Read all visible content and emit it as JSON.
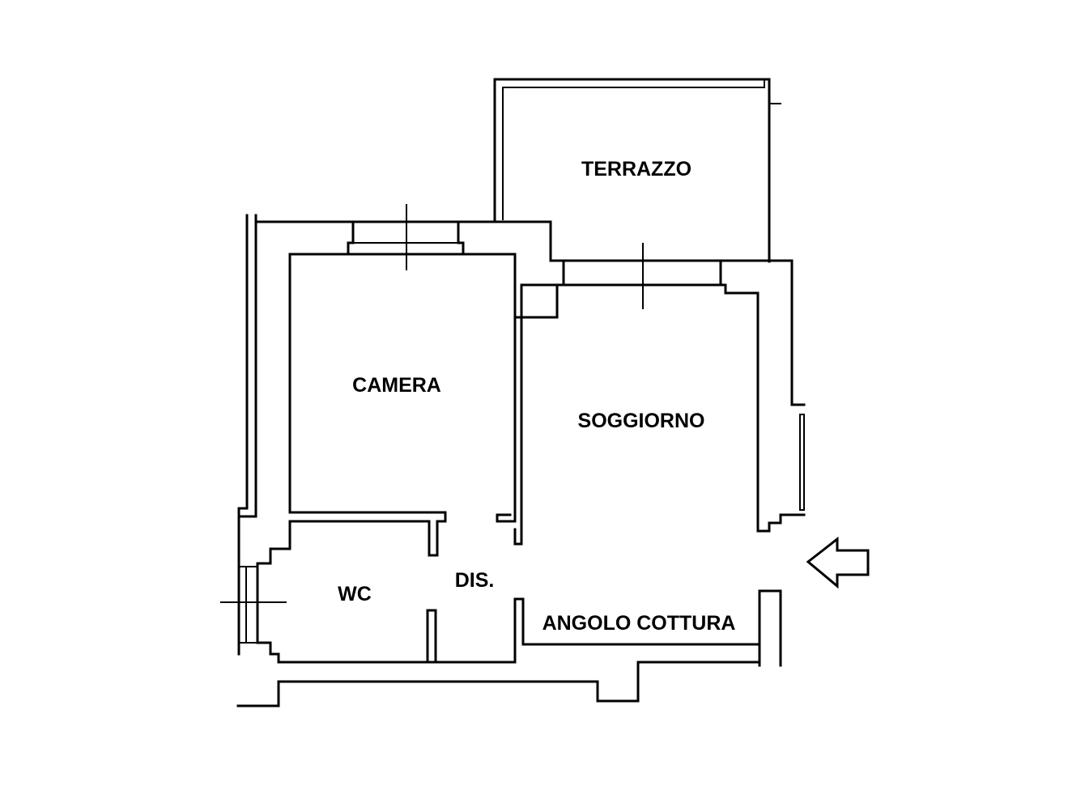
{
  "rooms": {
    "terrazzo": "TERRAZZO",
    "camera": "CAMERA",
    "soggiorno": "SOGGIORNO",
    "wc": "WC",
    "disimpegno": "DIS.",
    "angolo_cottura": "ANGOLO COTTURA"
  },
  "entrance_arrow": {
    "icon": "arrow-left-icon",
    "direction": "left"
  },
  "colors": {
    "walls": "#000000",
    "background": "#ffffff"
  }
}
